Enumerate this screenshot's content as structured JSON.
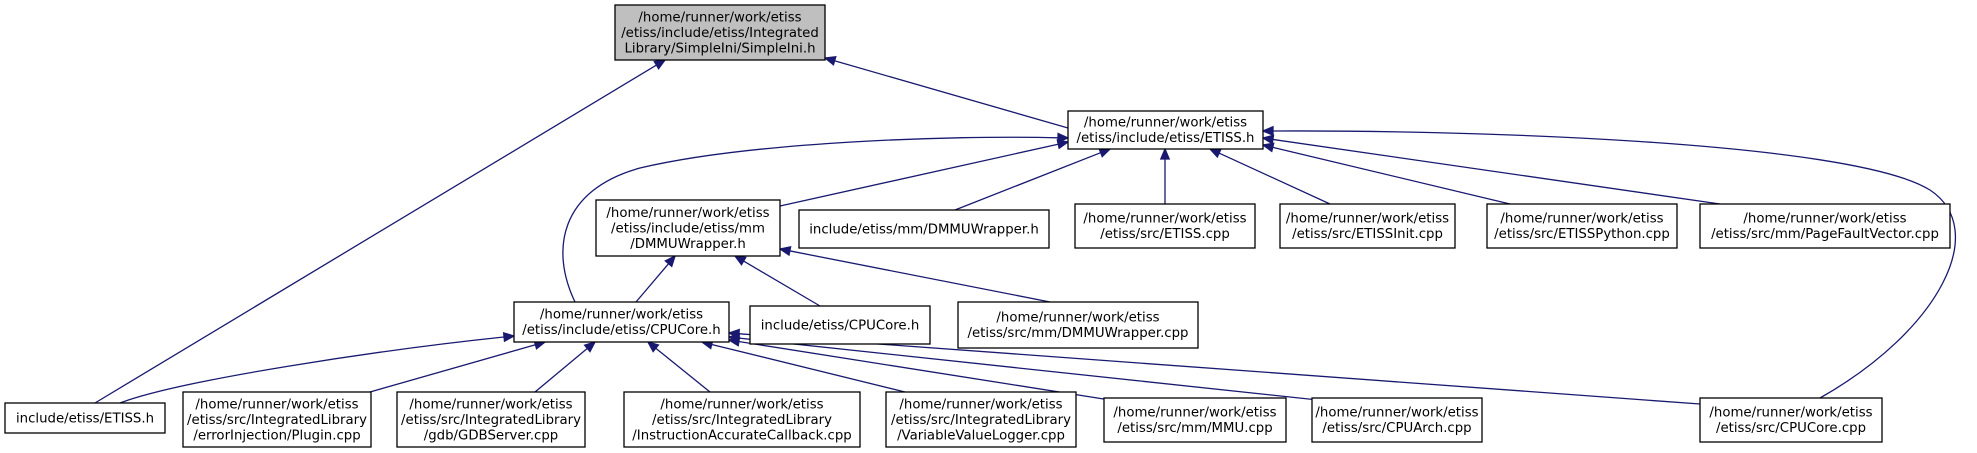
{
  "colors": {
    "edge": "#191970",
    "node_border": "#000000",
    "node_fill": "#ffffff",
    "root_fill": "#bfbfbf"
  },
  "nodes": [
    {
      "id": "simpleini",
      "lines": [
        "/home/runner/work/etiss",
        "/etiss/include/etiss/Integrated",
        "Library/SimpleIni/SimpleIni.h"
      ],
      "root": true
    },
    {
      "id": "etiss_h_full",
      "lines": [
        "/home/runner/work/etiss",
        "/etiss/include/etiss/ETISS.h"
      ]
    },
    {
      "id": "dmmuwrapper_h_full",
      "lines": [
        "/home/runner/work/etiss",
        "/etiss/include/etiss/mm",
        "/DMMUWrapper.h"
      ]
    },
    {
      "id": "dmmuwrapper_h_inc",
      "lines": [
        "include/etiss/mm/DMMUWrapper.h"
      ]
    },
    {
      "id": "etiss_cpp",
      "lines": [
        "/home/runner/work/etiss",
        "/etiss/src/ETISS.cpp"
      ]
    },
    {
      "id": "etissinit_cpp",
      "lines": [
        "/home/runner/work/etiss",
        "/etiss/src/ETISSInit.cpp"
      ]
    },
    {
      "id": "etisspython_cpp",
      "lines": [
        "/home/runner/work/etiss",
        "/etiss/src/ETISSPython.cpp"
      ]
    },
    {
      "id": "pagefaultvector_cpp",
      "lines": [
        "/home/runner/work/etiss",
        "/etiss/src/mm/PageFaultVector.cpp"
      ]
    },
    {
      "id": "cpucore_h_full",
      "lines": [
        "/home/runner/work/etiss",
        "/etiss/include/etiss/CPUCore.h"
      ]
    },
    {
      "id": "cpucore_h_inc",
      "lines": [
        "include/etiss/CPUCore.h"
      ]
    },
    {
      "id": "dmmuwrapper_cpp",
      "lines": [
        "/home/runner/work/etiss",
        "/etiss/src/mm/DMMUWrapper.cpp"
      ]
    },
    {
      "id": "etiss_h_inc",
      "lines": [
        "include/etiss/ETISS.h"
      ]
    },
    {
      "id": "plugin_cpp",
      "lines": [
        "/home/runner/work/etiss",
        "/etiss/src/IntegratedLibrary",
        "/errorInjection/Plugin.cpp"
      ]
    },
    {
      "id": "gdbserver_cpp",
      "lines": [
        "/home/runner/work/etiss",
        "/etiss/src/IntegratedLibrary",
        "/gdb/GDBServer.cpp"
      ]
    },
    {
      "id": "instr_cpp",
      "lines": [
        "/home/runner/work/etiss",
        "/etiss/src/IntegratedLibrary",
        "/InstructionAccurateCallback.cpp"
      ]
    },
    {
      "id": "varlogger_cpp",
      "lines": [
        "/home/runner/work/etiss",
        "/etiss/src/IntegratedLibrary",
        "/VariableValueLogger.cpp"
      ]
    },
    {
      "id": "mmu_cpp",
      "lines": [
        "/home/runner/work/etiss",
        "/etiss/src/mm/MMU.cpp"
      ]
    },
    {
      "id": "cpuarch_cpp",
      "lines": [
        "/home/runner/work/etiss",
        "/etiss/src/CPUArch.cpp"
      ]
    },
    {
      "id": "cpucore_cpp",
      "lines": [
        "/home/runner/work/etiss",
        "/etiss/src/CPUCore.cpp"
      ]
    }
  ],
  "edges": [
    {
      "from": "etiss_h_full",
      "to": "simpleini"
    },
    {
      "from": "etiss_h_inc",
      "to": "simpleini"
    },
    {
      "from": "dmmuwrapper_h_full",
      "to": "etiss_h_full"
    },
    {
      "from": "dmmuwrapper_h_inc",
      "to": "etiss_h_full"
    },
    {
      "from": "etiss_cpp",
      "to": "etiss_h_full"
    },
    {
      "from": "etissinit_cpp",
      "to": "etiss_h_full"
    },
    {
      "from": "etisspython_cpp",
      "to": "etiss_h_full"
    },
    {
      "from": "pagefaultvector_cpp",
      "to": "etiss_h_full"
    },
    {
      "from": "cpucore_h_full",
      "to": "etiss_h_full"
    },
    {
      "from": "cpucore_cpp",
      "to": "etiss_h_full"
    },
    {
      "from": "cpucore_h_full",
      "to": "dmmuwrapper_h_full"
    },
    {
      "from": "cpucore_h_inc",
      "to": "dmmuwrapper_h_full"
    },
    {
      "from": "dmmuwrapper_cpp",
      "to": "dmmuwrapper_h_full"
    },
    {
      "from": "etiss_h_inc",
      "to": "cpucore_h_full"
    },
    {
      "from": "plugin_cpp",
      "to": "cpucore_h_full"
    },
    {
      "from": "gdbserver_cpp",
      "to": "cpucore_h_full"
    },
    {
      "from": "instr_cpp",
      "to": "cpucore_h_full"
    },
    {
      "from": "varlogger_cpp",
      "to": "cpucore_h_full"
    },
    {
      "from": "mmu_cpp",
      "to": "cpucore_h_full"
    },
    {
      "from": "cpuarch_cpp",
      "to": "cpucore_h_full"
    },
    {
      "from": "cpucore_cpp",
      "to": "cpucore_h_full"
    }
  ]
}
